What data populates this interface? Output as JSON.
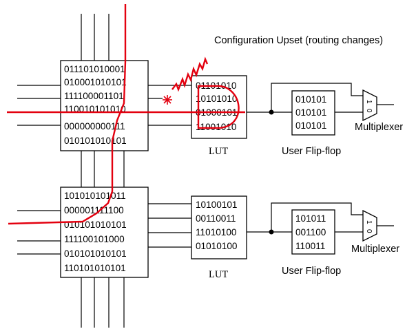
{
  "annotation": {
    "upset_label": "Configuration Upset (routing changes)"
  },
  "colors": {
    "fault": "#e3000f",
    "line": "#000000",
    "background": "#ffffff"
  },
  "top_block": {
    "switch_bits": [
      "011101010001",
      "010001010101",
      "111100001101",
      "110010101010",
      "000000000111",
      "010101010101"
    ],
    "lut_bits": [
      "01101010",
      "10101010",
      "01000101",
      "11001010"
    ],
    "lut_label": "LUT",
    "ff_bits": [
      "010101",
      "010101",
      "010101"
    ],
    "ff_label": "User Flip-flop",
    "mux_label": "Multiplexer",
    "mux_inputs": [
      "1",
      "0"
    ]
  },
  "bottom_block": {
    "switch_bits": [
      "101010101011",
      "000001111100",
      "010101010101",
      "111100101000",
      "010101010101",
      "110101010101"
    ],
    "lut_bits": [
      "10100101",
      "00110011",
      "11010100",
      "01010100"
    ],
    "lut_label": "LUT",
    "ff_bits": [
      "101011",
      "001100",
      "110011"
    ],
    "ff_label": "User Flip-flop",
    "mux_label": "Multiplexer",
    "mux_inputs": [
      "1",
      "0"
    ]
  }
}
